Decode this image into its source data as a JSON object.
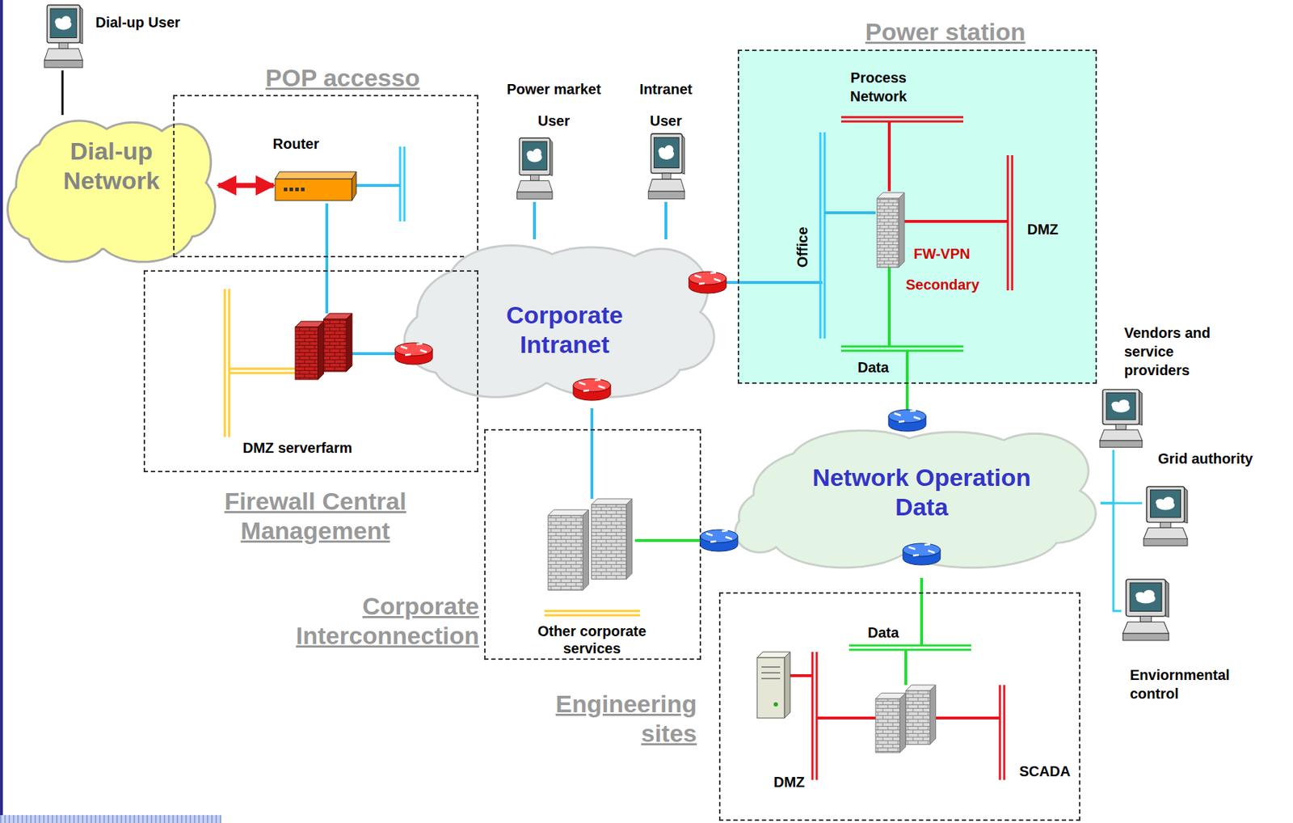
{
  "diagram": {
    "nodes": [
      {
        "text": [
          "Dial-up User"
        ]
      },
      {
        "text": [
          "Dial-up Network"
        ]
      },
      {
        "text": [
          "POP accesso"
        ]
      },
      {
        "text": [
          "Router"
        ],
        "in": 2
      },
      {
        "text": [
          "Power market User"
        ]
      },
      {
        "text": [
          "Intranet User"
        ]
      },
      {
        "text": [
          "Power station"
        ]
      },
      {
        "text": [
          "FW-VPN",
          "Secondary"
        ],
        "in": 6
      },
      {
        "text": [
          "Corporate Intranet"
        ]
      },
      {
        "text": [
          "Firewall Central Management"
        ]
      },
      {
        "text": [
          "Corporate Interconnection"
        ]
      },
      {
        "text": [
          "Network Operation Data"
        ]
      },
      {
        "text": [
          "Vendors and service providers"
        ]
      },
      {
        "text": [
          "Grid authority"
        ]
      },
      {
        "text": [
          "Enviornmental control"
        ]
      },
      {
        "text": [
          "Engineering sites"
        ]
      }
    ],
    "edges": [
      {
        "from": 0,
        "to": 1,
        "arrow": "none"
      },
      {
        "from": 1,
        "to": 3,
        "arrow": "both"
      },
      {
        "from": 3,
        "to": 9,
        "arrow": "none"
      },
      {
        "from": 4,
        "to": 8,
        "arrow": "none"
      },
      {
        "from": 5,
        "to": 8,
        "arrow": "none"
      },
      {
        "from": 8,
        "to": 6,
        "arrow": "none"
      },
      {
        "from": 8,
        "to": 10,
        "arrow": "none"
      },
      {
        "from": 10,
        "to": 11,
        "arrow": "none"
      },
      {
        "from": 6,
        "to": 11,
        "arrow": "none"
      },
      {
        "from": 11,
        "to": 15,
        "arrow": "none"
      },
      {
        "from": 12,
        "to": 11,
        "arrow": "none"
      },
      {
        "from": 13,
        "to": 11,
        "arrow": "none"
      },
      {
        "from": 14,
        "to": 11,
        "arrow": "none"
      }
    ],
    "labels": [
      "Process Network",
      "DMZ",
      "Office",
      "Data",
      "DMZ serverfarm",
      "Other corporate services",
      "Data",
      "DMZ",
      "SCADA"
    ]
  }
}
